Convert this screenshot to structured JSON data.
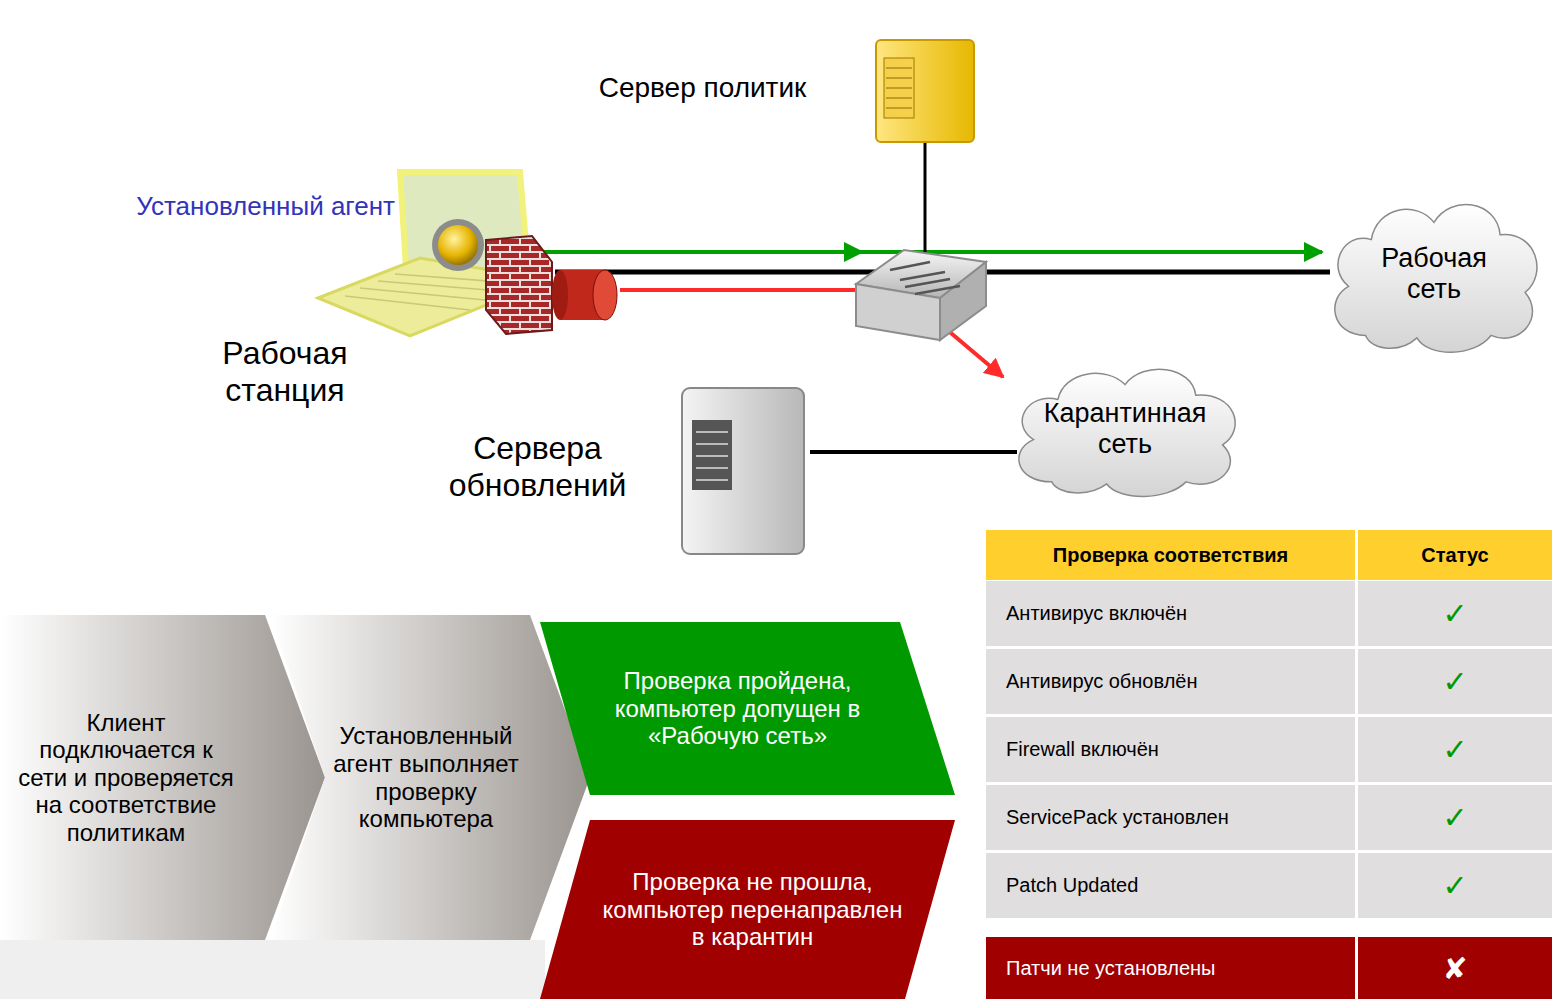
{
  "diagram": {
    "nodes": [
      {
        "text": [
          "Сервер политик"
        ]
      },
      {
        "text": [
          "Установленный агент",
          "Рабочая станция"
        ]
      },
      {
        "text": [
          "Рабочая сеть"
        ]
      },
      {
        "text": [
          "Карантинная сеть"
        ]
      },
      {
        "text": [
          "Сервера обновлений"
        ]
      },
      {
        "text": [
          "Клиент подключается к сети и проверяется на соответствие политикам"
        ]
      },
      {
        "text": [
          "Установленный агент выполняет проверку компьютера"
        ]
      },
      {
        "text": [
          "Проверка пройдена, компьютер допущен в «Рабочую сеть»"
        ]
      },
      {
        "text": [
          "Проверка не прошла, компьютер перенаправлен в карантин"
        ]
      }
    ],
    "edges": [
      {
        "from": 1,
        "to": 2,
        "arrow": "to"
      },
      {
        "from": 1,
        "to": 3,
        "arrow": "to"
      },
      {
        "from": 4,
        "to": 3,
        "arrow": "none"
      }
    ],
    "labels": [
      "Проверка соответствия",
      "Статус",
      "Антивирус включён",
      "✓",
      "Антивирус обновлён",
      "✓",
      "Firewall включён",
      "✓",
      "ServicePack установлен",
      "✓",
      "Patch Updated",
      "✓",
      "Патчи не установлены",
      "✘"
    ]
  }
}
